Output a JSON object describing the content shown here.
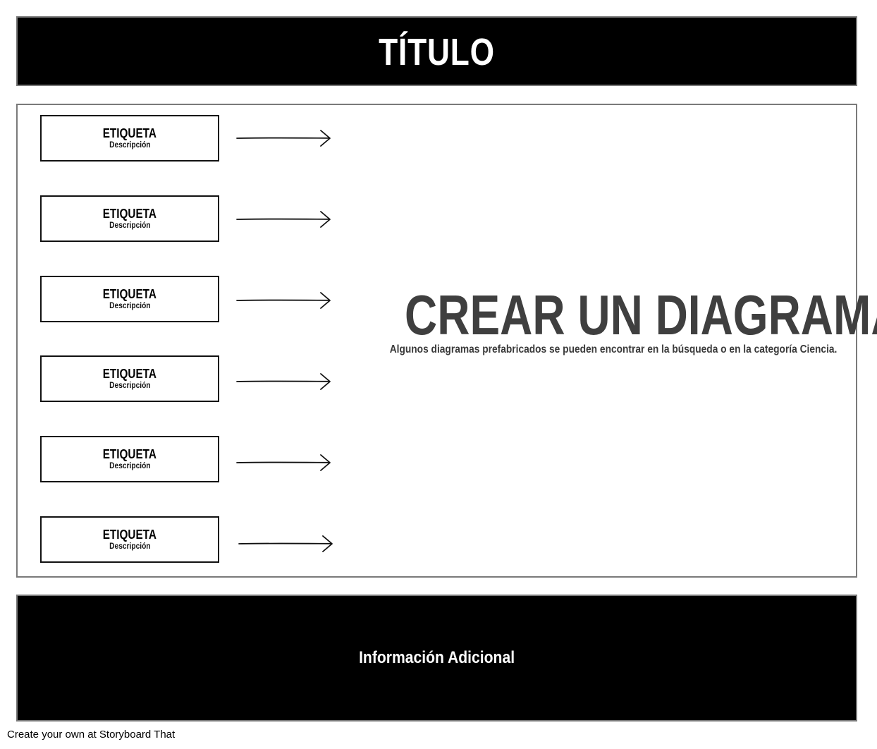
{
  "title": "TÍTULO",
  "labels": [
    {
      "title": "ETIQUETA",
      "description": "Descripción"
    },
    {
      "title": "ETIQUETA",
      "description": "Descripción"
    },
    {
      "title": "ETIQUETA",
      "description": "Descripción"
    },
    {
      "title": "ETIQUETA",
      "description": "Descripción"
    },
    {
      "title": "ETIQUETA",
      "description": "Descripción"
    },
    {
      "title": "ETIQUETA",
      "description": "Descripción"
    }
  ],
  "diagram": {
    "heading": "CREAR UN DIAGRAMA",
    "subheading": "Algunos diagramas prefabricados se pueden encontrar en la búsqueda o en la categoría Ciencia."
  },
  "info": "Información Adicional",
  "footer": "Create your own at Storyboard That",
  "colors": {
    "bars": "#000000",
    "heading": "#3f3f3f",
    "border": "#7a7a7a"
  }
}
